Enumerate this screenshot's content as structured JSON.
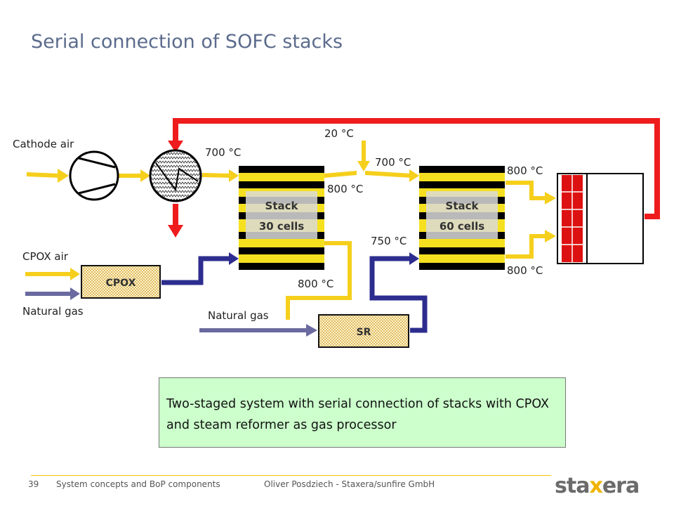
{
  "title": "Serial connection of SOFC stacks",
  "labels": {
    "cathode_air": "Cathode air",
    "cpox_air": "CPOX air",
    "natural_gas_left": "Natural gas",
    "natural_gas_mid": "Natural gas",
    "t_700_hx": "700 °C",
    "t_20": "20 °C",
    "t_700_stack2": "700 °C",
    "t_800_stack1_out": "800 °C",
    "t_800_anode1_out": "800 °C",
    "t_750": "750 °C",
    "t_800_top": "800 °C",
    "t_800_bottom": "800 °C"
  },
  "stack1": {
    "name": "Stack",
    "cells": "30 cells"
  },
  "stack2": {
    "name": "Stack",
    "cells": "60 cells"
  },
  "cpox": "CPOX",
  "sr": "SR",
  "callout": "Two-staged system with serial connection of stacks with CPOX and steam reformer as gas processor",
  "footer": {
    "page": "39",
    "section": "System concepts and BoP components",
    "author": "Oliver Posdziech - Staxera/sunfire GmbH"
  },
  "logo": {
    "pre": "sta",
    "x": "x",
    "post": "era"
  },
  "colors": {
    "air": "#f5cf1c",
    "fuel": "#2d2d8f",
    "fuel_in": "#6a6aa0",
    "hot": "#ee1c1c",
    "burner": "#dd1111"
  }
}
